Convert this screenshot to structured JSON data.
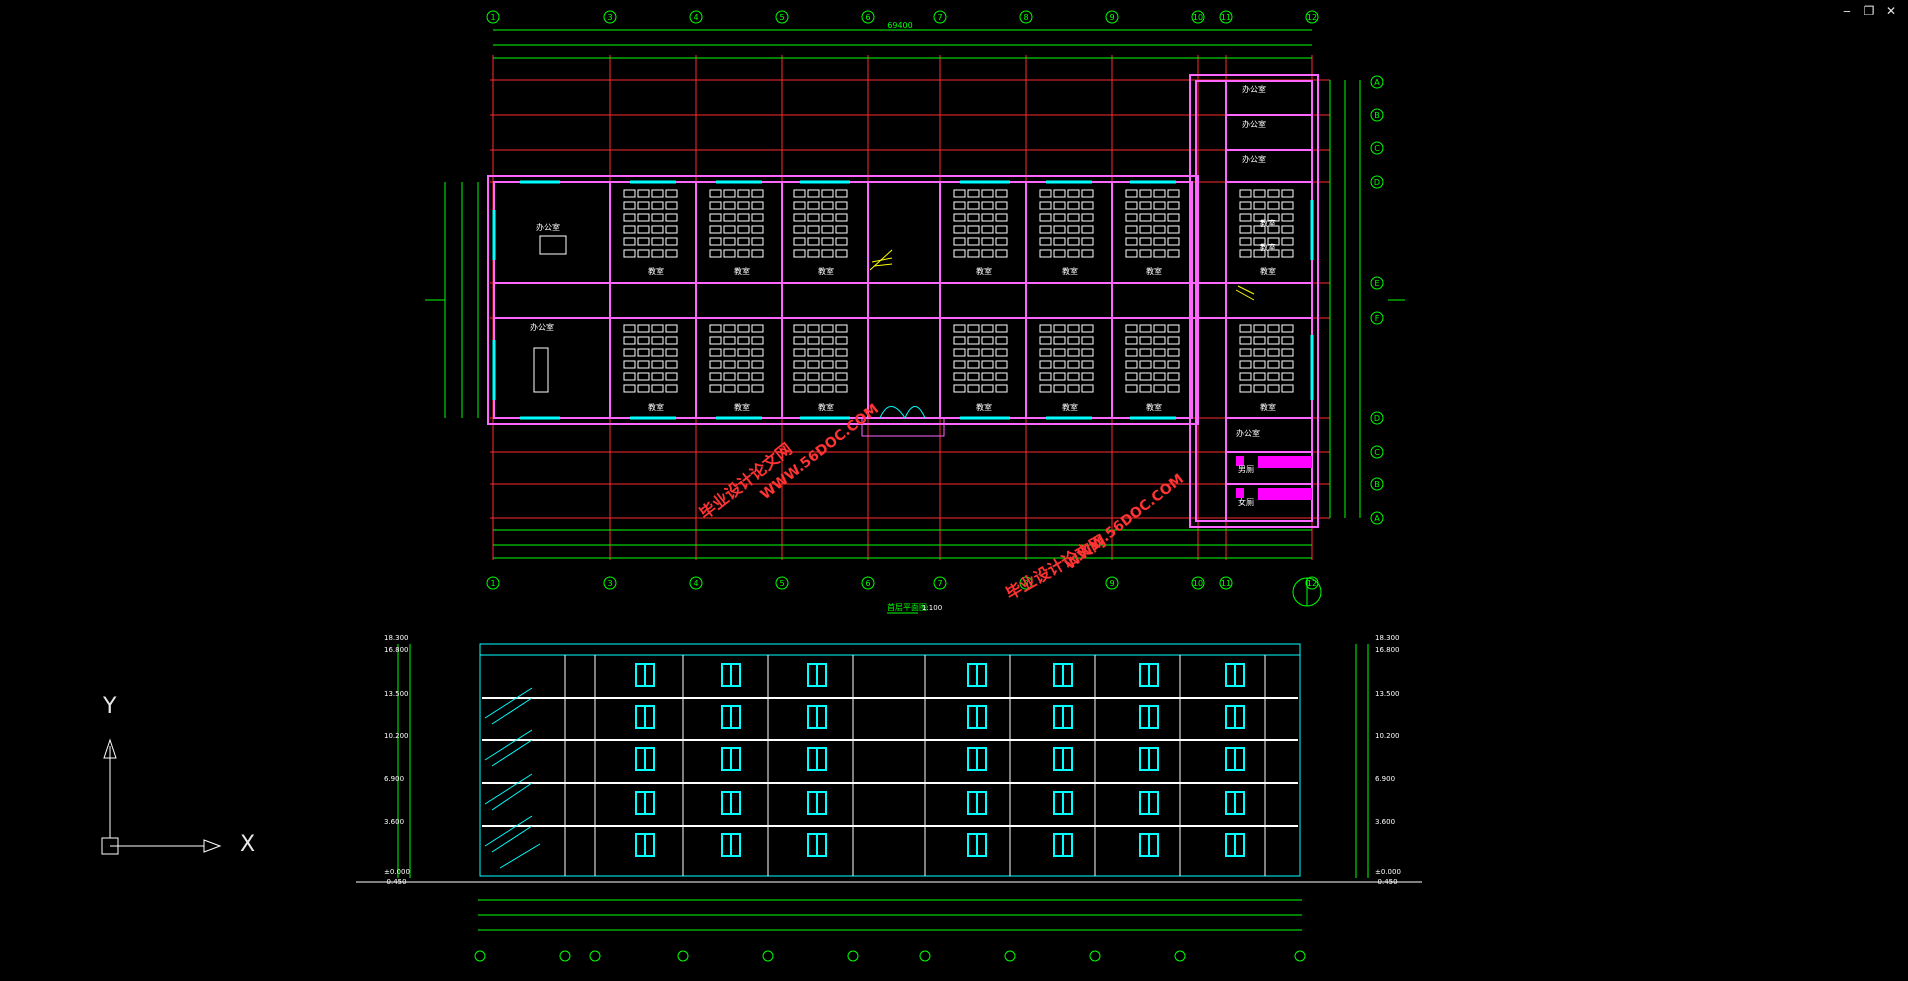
{
  "window_controls": {
    "minimize": "‒",
    "restore": "❐",
    "close": "✕"
  },
  "ucs_icon": {
    "x_label": "X",
    "y_label": "Y"
  },
  "plan": {
    "axis_labels_top": [
      "1",
      "3",
      "4",
      "5",
      "6",
      "7",
      "8",
      "9",
      "10",
      "11",
      "12"
    ],
    "axis_labels_bottom": [
      "1",
      "3",
      "4",
      "5",
      "6",
      "7",
      "8",
      "9",
      "10",
      "11",
      "12"
    ],
    "axis_labels_right": [
      "A",
      "B",
      "C",
      "D",
      "E",
      "F",
      "D",
      "C",
      "B",
      "A"
    ],
    "overall_dim": "69400",
    "rooms": [
      "办公室",
      "教室",
      "教室",
      "教室",
      "教室",
      "教室",
      "教室",
      "教室",
      "办公室",
      "教室",
      "教室",
      "教室",
      "教室",
      "教室",
      "教室",
      "教室",
      "教室",
      "教室",
      "办公室",
      "办公室",
      "办公室",
      "办公室",
      "男厕",
      "女厕"
    ],
    "title": "首层平面图",
    "scale": "1:100"
  },
  "section": {
    "level_labels": [
      "18.300",
      "16.800",
      "13.500",
      "10.200",
      "6.900",
      "3.600",
      "±0.000",
      "-0.450"
    ]
  },
  "watermarks": [
    "毕业设计论文网",
    "WWW.56DOC.COM"
  ],
  "colors": {
    "line_main": "#00ff00",
    "axis_red": "#ff2a2a",
    "wall": "#ff66ff",
    "cyan": "#00ffff",
    "white": "#ffffff",
    "watermark": "#ff3333"
  }
}
